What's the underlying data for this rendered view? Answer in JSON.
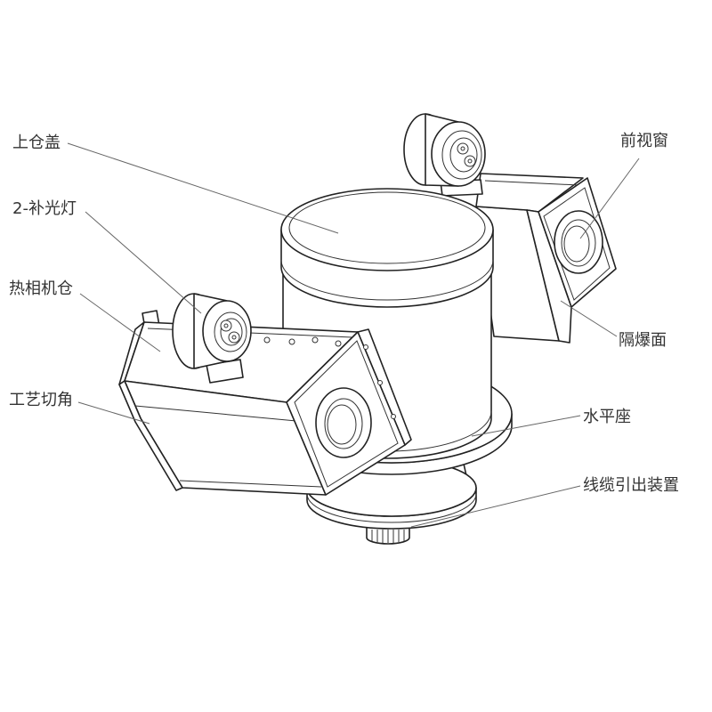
{
  "labels": {
    "top_cover": "上仓盖",
    "fill_light": "2-补光灯",
    "thermal_camera_housing": "热相机仓",
    "process_chamfer": "工艺切角",
    "front_window": "前视窗",
    "flameproof_surface": "隔爆面",
    "horizontal_base": "水平座",
    "cable_outlet": "线缆引出装置"
  }
}
